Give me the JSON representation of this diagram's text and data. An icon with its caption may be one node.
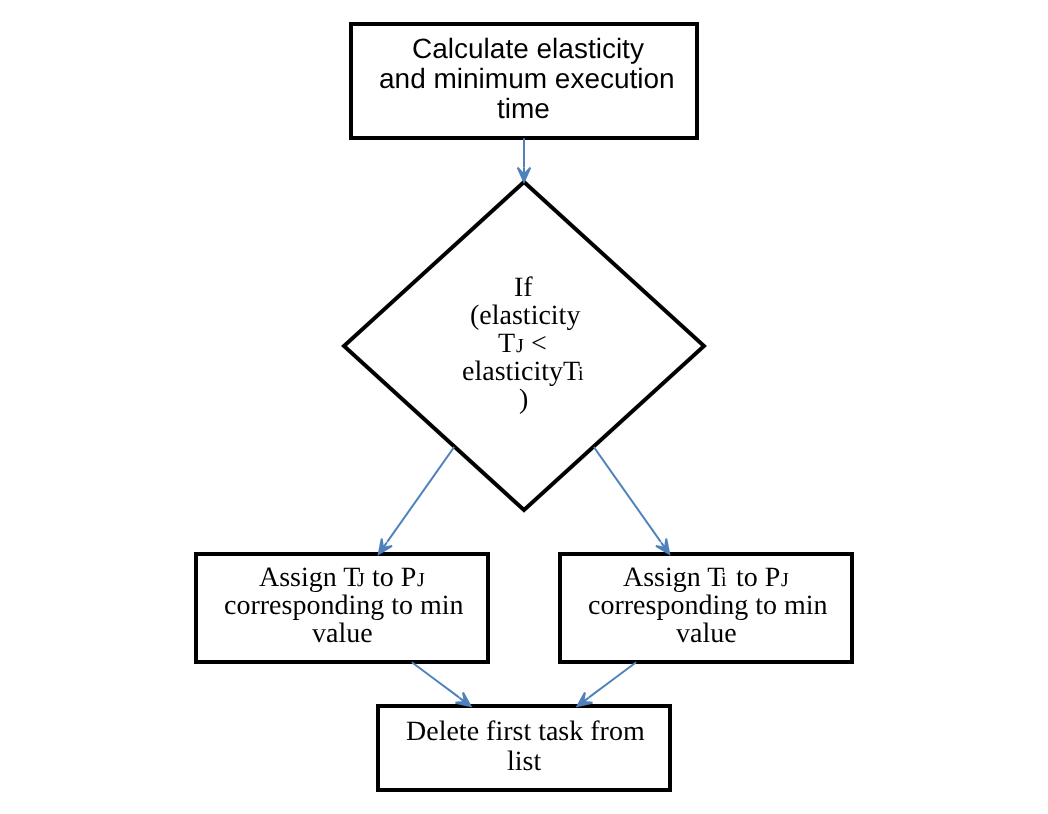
{
  "diagram": {
    "nodes": [
      {
        "text": [
          "Calculate elasticity and minimum execution time"
        ]
      },
      {
        "text": [
          "If (elasticity T$_{J}$ < elasticityT$_{i}$ )"
        ]
      },
      {
        "text": [
          "Assign T$_{J}$ to P$_{J}$ corresponding to min value"
        ]
      },
      {
        "text": [
          "Assign T$_{i}$ to P$_{J}$ corresponding to min value"
        ]
      },
      {
        "text": [
          "Delete first task from list"
        ]
      }
    ],
    "edges": [
      {
        "from": 0,
        "to": 1,
        "arrow": "to"
      },
      {
        "from": 1,
        "to": 2,
        "arrow": "to"
      },
      {
        "from": 1,
        "to": 3,
        "arrow": "to"
      },
      {
        "from": 2,
        "to": 4,
        "arrow": "to"
      },
      {
        "from": 3,
        "to": 4,
        "arrow": "to"
      }
    ]
  }
}
